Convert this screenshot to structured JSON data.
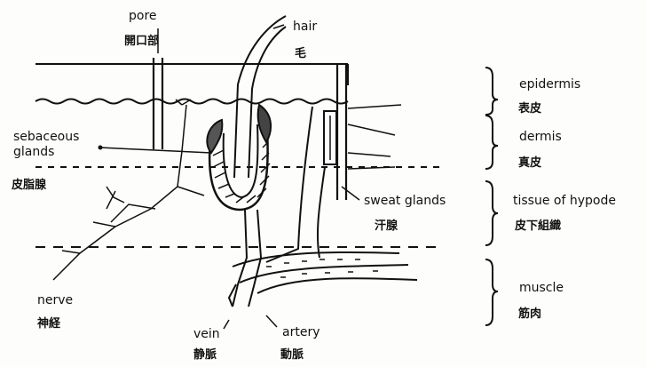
{
  "labels": {
    "pore": {
      "en": "pore",
      "jp": "開口部"
    },
    "hair": {
      "en": "hair",
      "jp": "毛"
    },
    "sebaceous": {
      "en_line1": "sebaceous",
      "en_line2": "glands",
      "jp": "皮脂腺"
    },
    "sweat": {
      "en": "sweat glands",
      "jp": "汗腺"
    },
    "nerve": {
      "en": "nerve",
      "jp": "神経"
    },
    "vein": {
      "en": "vein",
      "jp": "静脈"
    },
    "artery": {
      "en": "artery",
      "jp": "動脈"
    }
  },
  "layers": [
    {
      "en": "epidermis",
      "jp": "表皮"
    },
    {
      "en": "dermis",
      "jp": "真皮"
    },
    {
      "en": "tissue of hypode",
      "jp": "皮下組織"
    },
    {
      "en": "muscle",
      "jp": "筋肉"
    }
  ],
  "colors": {
    "ink": "#111111",
    "paper": "#fdfdfb"
  }
}
